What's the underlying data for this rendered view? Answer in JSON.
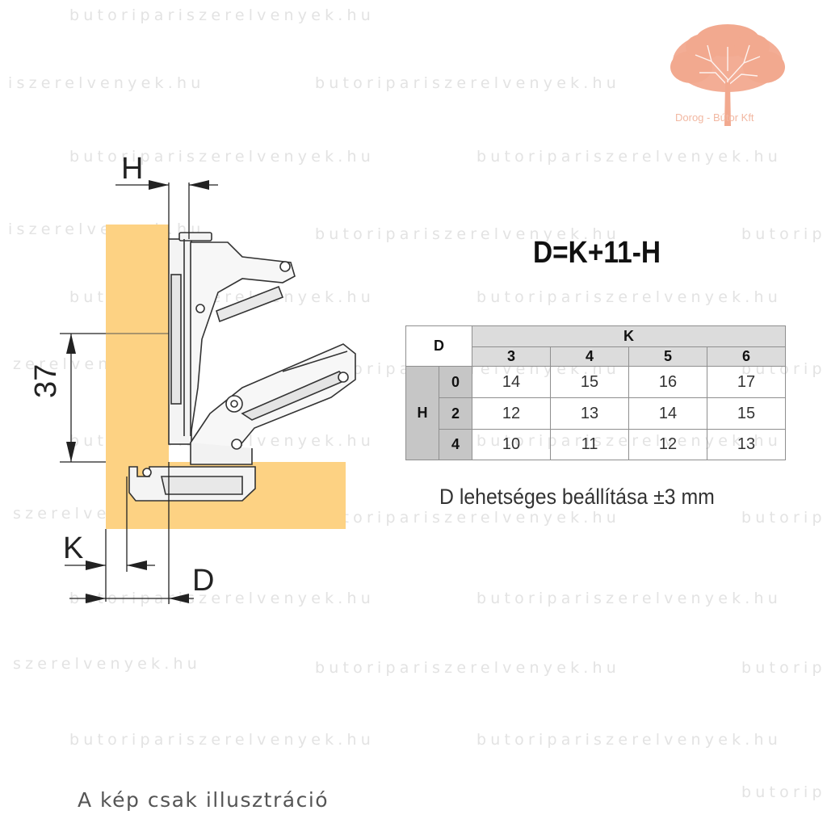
{
  "watermark": {
    "text": "butoripariszerelvenyek.hu",
    "fragments": {
      "szerelvenyek": "iszerelvenyek.hu",
      "szerelvenyek2": "szerelvenyek.hu",
      "szerelvenyek3": "zerelvenyek.hu",
      "butorip": "butorip"
    }
  },
  "logo": {
    "text": "Dorog - Bútor Kft",
    "color": "#f2a98f"
  },
  "diagram": {
    "label_h": "H",
    "label_37": "37",
    "label_k": "K",
    "label_d": "D",
    "wood_color": "#fdd283"
  },
  "formula": "D=K+11-H",
  "table": {
    "corner_label": "D",
    "col_group_label": "K",
    "row_group_label": "H",
    "k_values": [
      "3",
      "4",
      "5",
      "6"
    ],
    "rows": [
      {
        "h": "0",
        "values": [
          "14",
          "15",
          "16",
          "17"
        ]
      },
      {
        "h": "2",
        "values": [
          "12",
          "13",
          "14",
          "15"
        ]
      },
      {
        "h": "4",
        "values": [
          "10",
          "11",
          "12",
          "13"
        ]
      }
    ]
  },
  "note": "D lehetséges beállítása ±3 mm",
  "caption": "A kép csak illusztráció"
}
